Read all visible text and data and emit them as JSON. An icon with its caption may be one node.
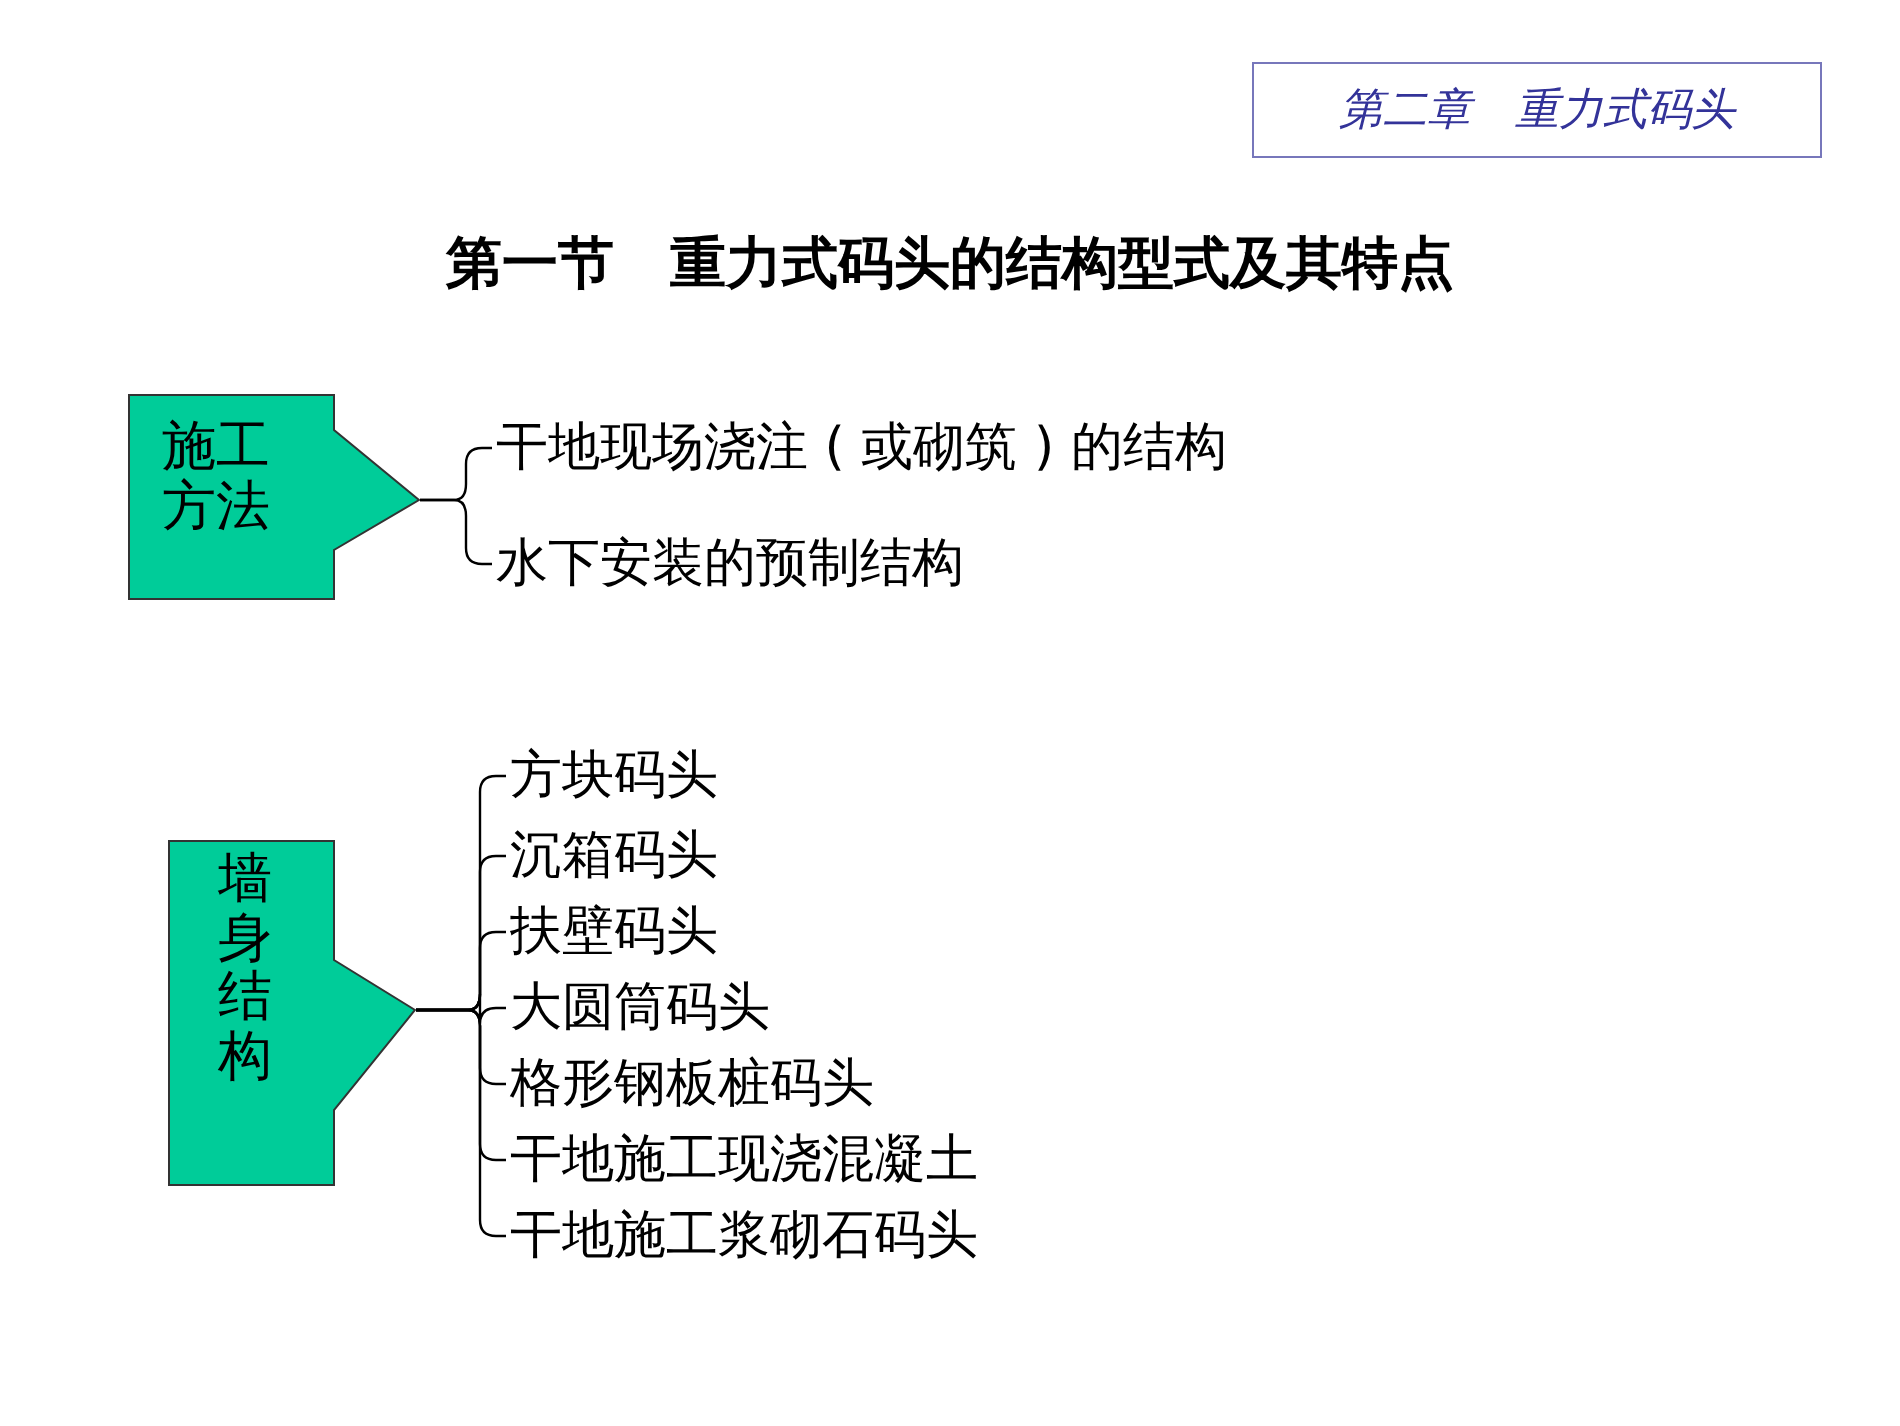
{
  "diagram": {
    "title": "第一节　重力式码头的结构型式及其特点",
    "nodes": [
      {
        "text": [
          "第二章　重力式码头"
        ]
      },
      {
        "text": [
          "施工方法"
        ]
      },
      {
        "text": [
          "干地现场浇注 ( 或砌筑 ) 的结构"
        ]
      },
      {
        "text": [
          "水下安装的预制结构"
        ]
      },
      {
        "text": [
          "墙身结构"
        ]
      },
      {
        "text": [
          "方块码头"
        ]
      },
      {
        "text": [
          "沉箱码头"
        ]
      },
      {
        "text": [
          "扶壁码头"
        ]
      },
      {
        "text": [
          "大圆筒码头"
        ]
      },
      {
        "text": [
          "格形钢板桩码头"
        ]
      },
      {
        "text": [
          "干地施工现浇混凝土"
        ]
      },
      {
        "text": [
          "干地施工浆砌石码头"
        ]
      }
    ],
    "edges": [
      {
        "from": 1,
        "to": 2,
        "arrow": "none"
      },
      {
        "from": 1,
        "to": 3,
        "arrow": "none"
      },
      {
        "from": 4,
        "to": 5,
        "arrow": "none"
      },
      {
        "from": 4,
        "to": 6,
        "arrow": "none"
      },
      {
        "from": 4,
        "to": 7,
        "arrow": "none"
      },
      {
        "from": 4,
        "to": 8,
        "arrow": "none"
      },
      {
        "from": 4,
        "to": 9,
        "arrow": "none"
      },
      {
        "from": 4,
        "to": 10,
        "arrow": "none"
      },
      {
        "from": 4,
        "to": 11,
        "arrow": "none"
      }
    ]
  }
}
